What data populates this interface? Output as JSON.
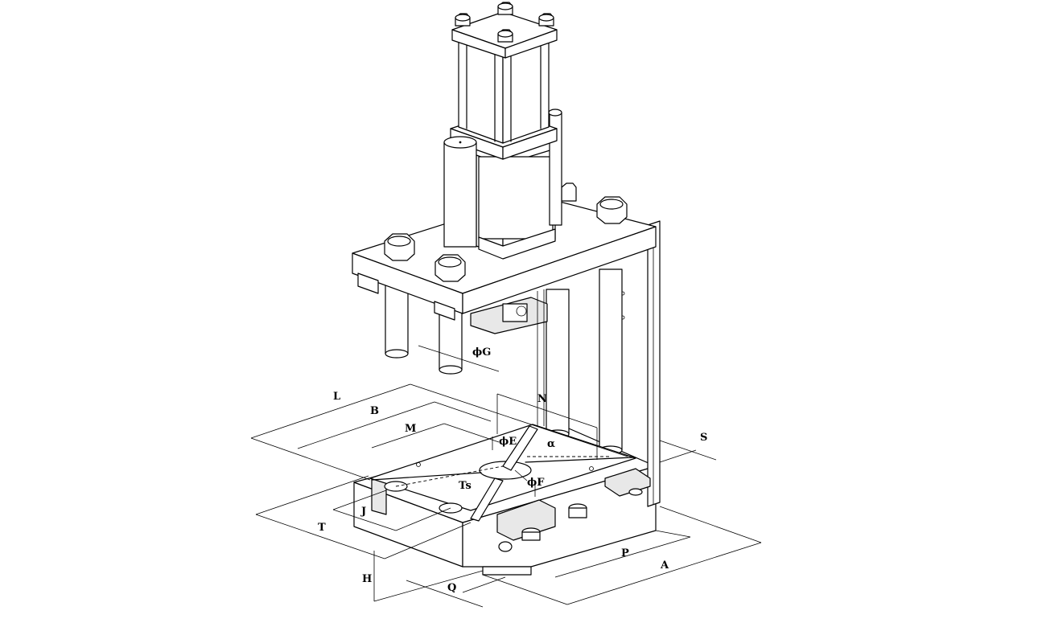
{
  "labels": {
    "phi_g": "ϕG",
    "l": "L",
    "b": "B",
    "m": "M",
    "n": "N",
    "phi_e": "ϕE",
    "alpha": "α",
    "s": "S",
    "ts": "Ts",
    "phi_f": "ϕF",
    "j": "J",
    "t": "T",
    "p": "P",
    "a": "A",
    "h": "H",
    "q": "Q"
  }
}
